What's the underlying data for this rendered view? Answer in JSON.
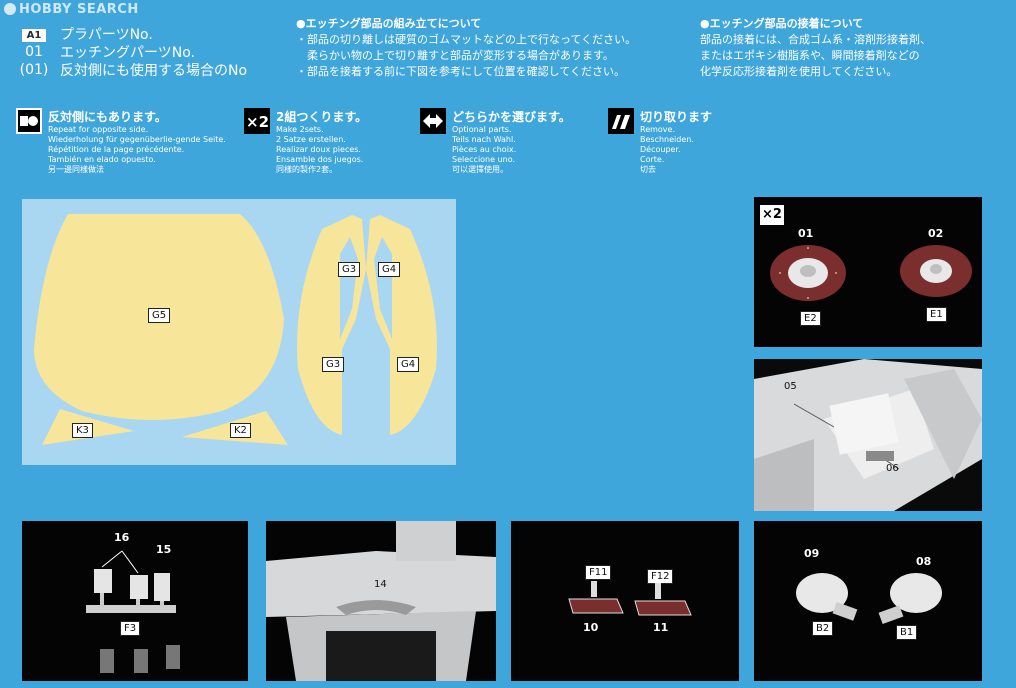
{
  "watermark": "HOBBY SEARCH",
  "legend": [
    {
      "key": "A1",
      "text": "プラパーツNo."
    },
    {
      "key": "01",
      "text": "エッチングパーツNo."
    },
    {
      "key": "(01)",
      "text": "反対側にも使用する場合のNo"
    }
  ],
  "notes": {
    "assembly": {
      "title": "●エッチング部品の組み立てについて",
      "lines": [
        "・部品の切り離しは硬質のゴムマットなどの上で行なってください。",
        "　柔らかい物の上で切り離すと部品が変形する場合があります。",
        "・部品を接着する前に下図を参考にして位置を確認してください。"
      ]
    },
    "gluing": {
      "title": "●エッチング部品の接着について",
      "lines": [
        "部品の接着には、合成ゴム系・溶剤形接着剤、",
        "またはエポキシ樹脂系や、瞬間接着剤などの",
        "化学反応形接着剤を使用してください。"
      ]
    }
  },
  "symbols": [
    {
      "icon": "opposite-side-icon",
      "title": "反対側にもあります。",
      "lines": [
        "Repeat for opposite side.",
        "Wiederholung für gegenüberlie-gende Seite.",
        "Répétition de la page précédente.",
        "También en elado opuesto.",
        "另一邊同樣做法"
      ]
    },
    {
      "icon": "times-two-icon",
      "title": "2組つくります。",
      "lines": [
        "Make 2sets.",
        "2 Satze erstellen.",
        "Realizar doux pieces.",
        "Ensamble dos juegos.",
        "同樣的製作2套。"
      ]
    },
    {
      "icon": "choose-one-icon",
      "title": "どちらかを選びます。",
      "lines": [
        "Optional parts.",
        "Teils nach Wahl.",
        "Pièces au choix.",
        "Seleccione uno.",
        "可以選擇使用。"
      ]
    },
    {
      "icon": "cut-off-icon",
      "title": "切り取ります",
      "lines": [
        "Remove.",
        "Beschneiden.",
        "Découper.",
        "Corte.",
        "切去"
      ]
    }
  ],
  "sheet_labels": {
    "g5": "G5",
    "g3a": "G3",
    "g4a": "G4",
    "g3b": "G3",
    "g4b": "G4",
    "k3": "K3",
    "k2": "K2"
  },
  "discs": {
    "badge": "×2",
    "n01": "01",
    "n02": "02",
    "e2": "E2",
    "e1": "E1"
  },
  "cockpit": {
    "n05": "05",
    "n06": "06"
  },
  "pedals": {
    "n16": "16",
    "n15": "15",
    "f3": "F3"
  },
  "grille": {
    "n14": "14"
  },
  "plates": {
    "f11": "F11",
    "f12": "F12",
    "n10": "10",
    "n11": "11"
  },
  "mirrors": {
    "n09": "09",
    "n08": "08",
    "b2": "B2",
    "b1": "B1"
  },
  "colors": {
    "background": "#3fa6dc",
    "sheet": "#a9d7f2",
    "part": "#f7e59a",
    "disc": "#7a2e2e"
  }
}
